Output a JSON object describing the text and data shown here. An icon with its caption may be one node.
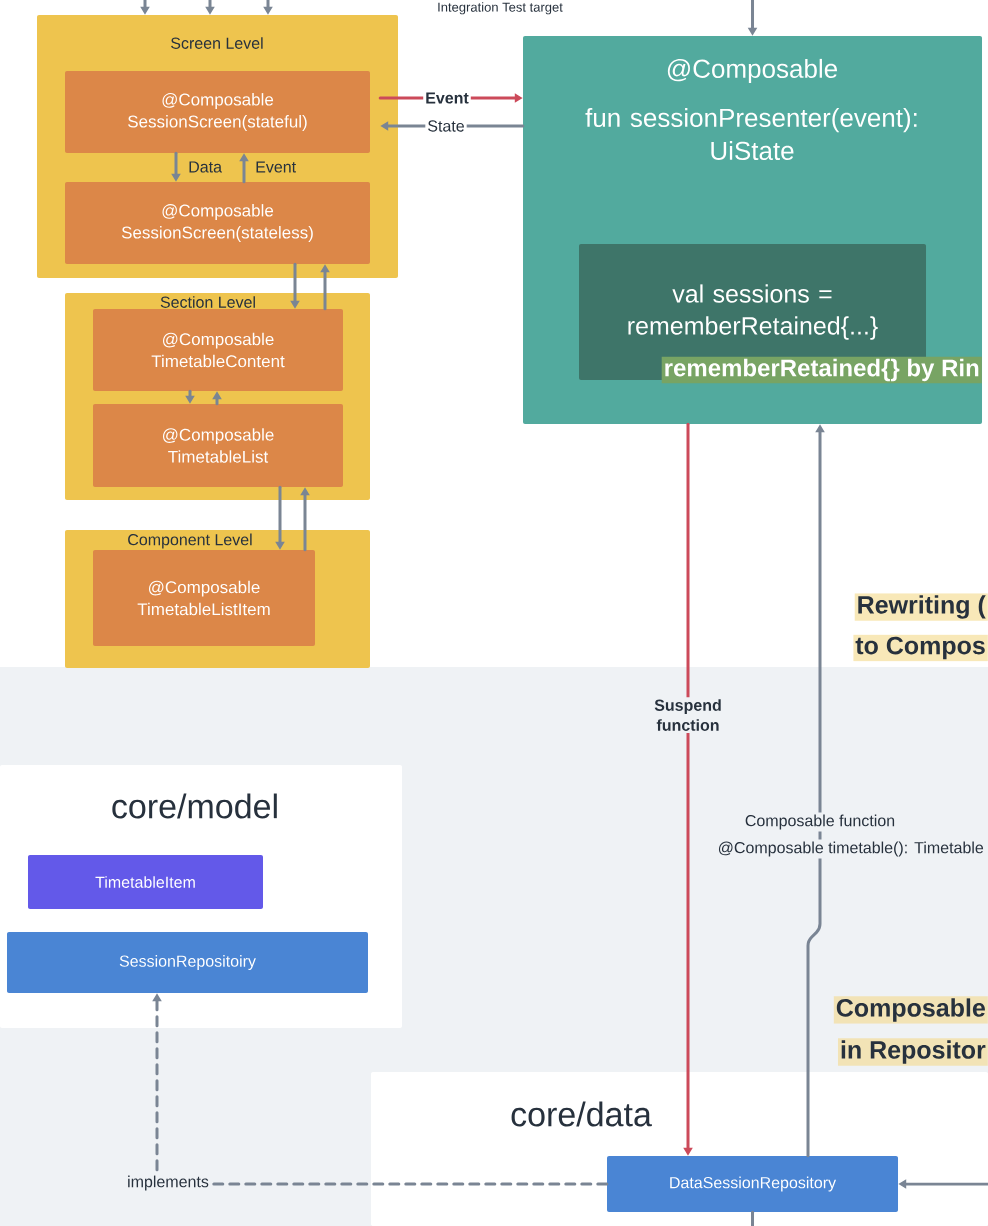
{
  "diagram": {
    "nodes": [
      {
        "text": [
          "Screen Level"
        ]
      },
      {
        "text": [
          "@Composable",
          "SessionScreen(stateful)"
        ],
        "in": 0
      },
      {
        "text": [
          "@Composable",
          "SessionScreen(stateless)"
        ],
        "in": 0
      },
      {
        "text": [
          "Section Level"
        ]
      },
      {
        "text": [
          "@Composable",
          "TimetableContent"
        ],
        "in": 3
      },
      {
        "text": [
          "@Composable",
          "TimetableList"
        ],
        "in": 3
      },
      {
        "text": [
          "Component Level"
        ]
      },
      {
        "text": [
          "@Composable",
          "TimetableListItem"
        ],
        "in": 6
      },
      {
        "text": [
          "@Composable",
          "fun sessionPresenter(event): UiState"
        ]
      },
      {
        "text": [
          "val sessions = rememberRetained{...}"
        ],
        "in": 8
      },
      {
        "text": [
          "core/model"
        ]
      },
      {
        "text": [
          "TimetableItem"
        ],
        "in": 10
      },
      {
        "text": [
          "SessionRepositoiry"
        ],
        "in": 10
      },
      {
        "text": [
          "core/data"
        ]
      },
      {
        "text": [
          "DataSessionRepository"
        ],
        "in": 13
      }
    ],
    "edges": [
      {
        "from": 1,
        "to": 8,
        "arrow": "to",
        "label": "Event",
        "color": "#cc4a5a"
      },
      {
        "from": 8,
        "to": 1,
        "arrow": "to",
        "label": "State"
      },
      {
        "from": 1,
        "to": 2,
        "arrow": "to",
        "label": "Data"
      },
      {
        "from": 2,
        "to": 1,
        "arrow": "to",
        "label": "Event"
      },
      {
        "from": 2,
        "to": 4,
        "arrow": "to"
      },
      {
        "from": 4,
        "to": 2,
        "arrow": "to"
      },
      {
        "from": 4,
        "to": 5,
        "arrow": "to"
      },
      {
        "from": 5,
        "to": 4,
        "arrow": "to"
      },
      {
        "from": 5,
        "to": 7,
        "arrow": "to"
      },
      {
        "from": 7,
        "to": 5,
        "arrow": "to"
      },
      {
        "from": 8,
        "to": 14,
        "arrow": "to",
        "label": "Suspend function",
        "color": "#cc4a5a"
      },
      {
        "from": 14,
        "to": 8,
        "arrow": "to",
        "label": "Composable function"
      },
      {
        "from": 14,
        "to": 12,
        "arrow": "to",
        "label": "implements",
        "style": "dashed"
      },
      {
        "from": null,
        "to": 0,
        "arrow": "to"
      },
      {
        "from": null,
        "to": 0,
        "arrow": "to"
      },
      {
        "from": null,
        "to": 0,
        "arrow": "to"
      },
      {
        "from": null,
        "to": 8,
        "arrow": "to"
      },
      {
        "from": null,
        "to": 14,
        "arrow": "to"
      },
      {
        "from": 14,
        "to": null,
        "arrow": "none"
      }
    ],
    "labels": [
      "Integration Test target",
      "rememberRetained{} by Rin",
      "Rewriting (",
      "to Compos",
      "@Composable timetable(): Timetable",
      "Composable",
      "in Repositor"
    ]
  }
}
